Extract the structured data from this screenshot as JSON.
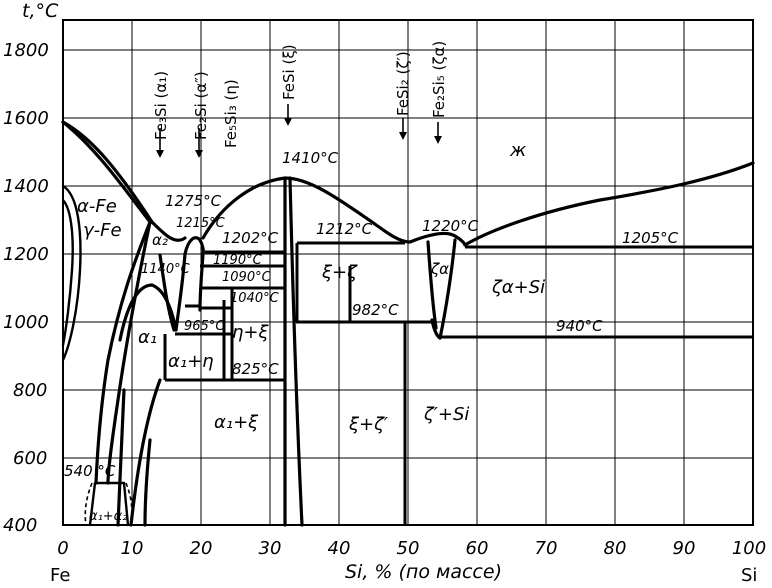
{
  "chart_data": {
    "type": "diagram",
    "ylabel": "t,°C",
    "xlabel": "Si, % (по массе)",
    "x_ticks": [
      "0",
      "10",
      "20",
      "30",
      "40",
      "50",
      "60",
      "70",
      "80",
      "90",
      "100"
    ],
    "y_ticks": [
      "400",
      "600",
      "800",
      "1000",
      "1200",
      "1400",
      "1600",
      "1800"
    ],
    "xlim": [
      0,
      100
    ],
    "ylim": [
      400,
      1900
    ],
    "x_end_labels": {
      "left": "Fe",
      "right": "Si"
    },
    "compounds": [
      {
        "label": "Fe₃Si (α₁)",
        "si_pct": 13.5
      },
      {
        "label": "Fe₂Si (α″)",
        "si_pct": 19.5
      },
      {
        "label": "Fe₅Si₃ (η)",
        "si_pct": 23.5
      },
      {
        "label": "FeSi (ξ)",
        "si_pct": 33
      },
      {
        "label": "FeSi₂ (ζ′)",
        "si_pct": 49
      },
      {
        "label": "Fe₂Si₅ (ζα)",
        "si_pct": 53
      }
    ],
    "temperature_labels": [
      "1410°C",
      "1275°C",
      "1215°C",
      "1202°C",
      "1212°C",
      "1220°C",
      "1205°C",
      "1190°C",
      "1140°C",
      "1090°C",
      "1040°C",
      "982°C",
      "965°C",
      "940°C",
      "825°C",
      "540 °C"
    ],
    "phase_labels": [
      "ж",
      "α-Fe",
      "γ-Fe",
      "α₂",
      "α₁",
      "α₁+η",
      "η+ξ",
      "α₁+ξ",
      "ξ+ζ",
      "ξ+ζ′",
      "ζ′+Si",
      "ζα+Si",
      "ζα",
      "α₁+α₂"
    ],
    "grid": true
  }
}
